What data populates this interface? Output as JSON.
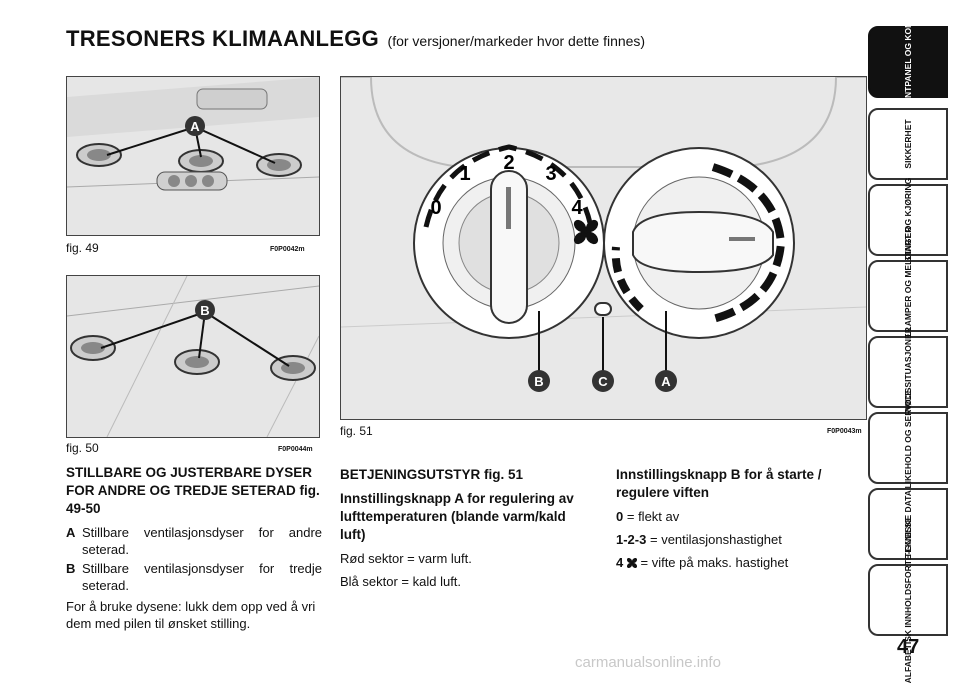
{
  "title": "TRESONERS KLIMAANLEGG",
  "title_note": "(for versjoner/markeder hvor dette finnes)",
  "figures": {
    "fig49": {
      "caption": "fig. 49",
      "code": "F0P0042m",
      "label": "A"
    },
    "fig50": {
      "caption": "fig. 50",
      "code": "F0P0044m",
      "label": "B"
    },
    "fig51": {
      "caption": "fig. 51",
      "code": "F0P0043m",
      "labels": [
        "B",
        "C",
        "A"
      ],
      "dial_numbers": [
        "0",
        "1",
        "2",
        "3",
        "4"
      ]
    }
  },
  "col1": {
    "heading": "STILLBARE OG JUSTERBARE DYSER FOR ANDRE OG TREDJE SETERAD fig. 49-50",
    "items": [
      {
        "key": "A",
        "text": "Stillbare ventilasjonsdyser for andre seterad."
      },
      {
        "key": "B",
        "text": "Stillbare ventilasjonsdyser for tredje seterad."
      }
    ],
    "body": "For å bruke dysene: lukk dem opp ved å vri dem med pilen til ønsket stilling."
  },
  "col2": {
    "heading": "BETJENINGSUTSTYR fig. 51",
    "subheading": "Innstillingsknapp A for regulering av lufttemperaturen (blande varm/kald luft)",
    "line1": "Rød sektor = varm luft.",
    "line2": "Blå sektor = kald luft."
  },
  "col3": {
    "heading": "Innstillingsknapp B for å starte / regulere viften",
    "items": [
      {
        "key": "0",
        "text": "= flekt av"
      },
      {
        "key": "1-2-3",
        "text": "= ventilasjonshastighet"
      },
      {
        "key": "4",
        "text": "=  vifte på maks. hastighet"
      }
    ]
  },
  "sidebar": {
    "tabs": [
      "INSTRUMENTPANEL OG KONTROLLER",
      "SIKKERHET",
      "START OG KJØRING",
      "VARSELLAMPER OG MELDINGER",
      "I NØDSSITUASJONER",
      "VEDLIKEHOLD OG SERVICE",
      "TEKNISKE DATA",
      "ALFABETISK INNHOLDSFORTE-GNELSE"
    ]
  },
  "page_number": "47",
  "watermark": "carmanualsonline.info"
}
